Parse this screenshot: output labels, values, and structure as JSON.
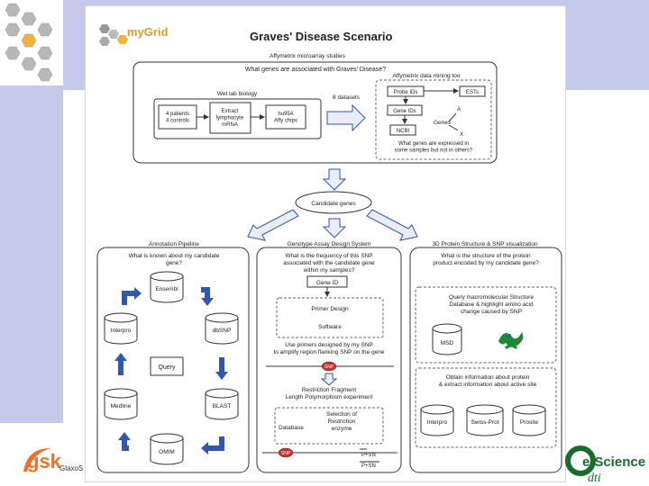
{
  "title": "Graves' Disease Scenario",
  "brand": "myGrid",
  "top": {
    "section_label": "Affymetrix microarray studies",
    "question": "What genes are associated with Graves' Disease?",
    "wetlab_label": "Wet lab biology",
    "patients": "4 patients\n4 controls",
    "extract": "Extract\nlymphocyte\nmRNA",
    "chips": "hu95A\nAffy chips",
    "datasets": "8 datasets",
    "datamining": "Affymetrix data mining too",
    "probeids": "Probe IDs",
    "ests": "ESTs",
    "geneids": "Gene IDs",
    "genes": "Genes",
    "ncbi": "NCBI",
    "q_expressed": "What genes are expressed in\nsome samples but not in others?",
    "a_label": "A",
    "x_label": "X"
  },
  "center": {
    "candidate": "Candidate genes"
  },
  "annotation": {
    "label": "Annotation Pipeline",
    "question": "What is known about my candidate\ngene?",
    "ensembl": "Ensembl",
    "interpro": "Interpro",
    "dbsnp": "dbSNP",
    "query": "Query",
    "medline": "Medline",
    "blast": "BLAST",
    "omim": "OMIM"
  },
  "genotype": {
    "label": "Genotype Assay Design System",
    "question": "What is the frequency of this SNP\nassociated with the candidate gene\nwithin my samples?",
    "geneid": "Gene ID",
    "primer_design": "Primer Design",
    "software": "Software",
    "use_primers": "Use primers designed by my SNP\nto amplify region flanking SNP on the gene",
    "snp": "SNP",
    "rflp": "Restriction Fragment\nLength Polymorphism experiment",
    "selection": "Selection of\nRestriction\nenzyme",
    "database": "Database",
    "snp2": "SNP",
    "pasn": "P+SN",
    "ppsn": "P+SN"
  },
  "protein": {
    "label": "3D Protein Structure & SNP visualization",
    "question": "What is the structure of the protein\nproduct encoded by my candidate gene?",
    "query_text": "Query macromolecular Structure\nDatabase & highlight amino acid\nchange caused by SNP",
    "msd": "MSD",
    "obtain": "Obtain information about protein\n& extract information about active site",
    "interpro": "Interpro",
    "swissprot": "Swiss-Prot",
    "prosite": "Prosite"
  },
  "logos": {
    "gsk": "gsk",
    "glaxo": "GlaxoS",
    "escience": "e-Science",
    "dti": "dti"
  },
  "colors": {
    "band": "#c7c9ea",
    "arrow": "#2f56b0",
    "snp_red": "#d0302a",
    "gsk_orange": "#f36f21",
    "escience_green": "#1a6b2e"
  }
}
